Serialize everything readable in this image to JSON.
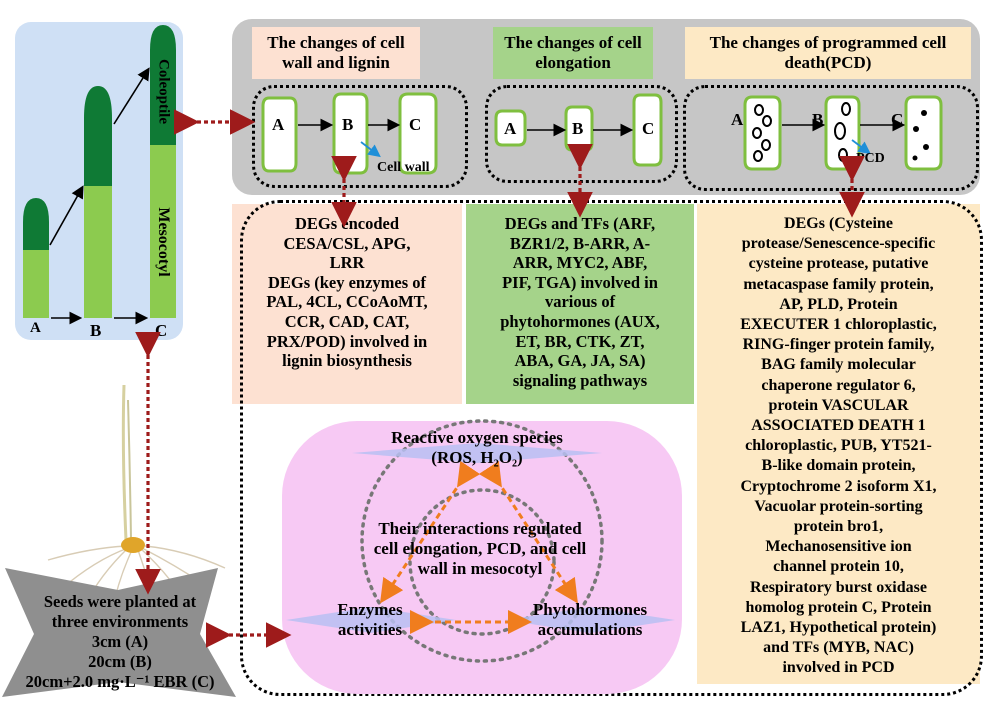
{
  "plant_panel": {
    "coleoptile_label": "Coleoptile",
    "mesocotyl_label": "Mesocotyl",
    "stage_labels": [
      "A",
      "B",
      "C"
    ]
  },
  "header_sections": [
    {
      "title": "The changes of cell wall and lignin",
      "cells": [
        "A",
        "B",
        "C"
      ],
      "annotation": "Cell wall"
    },
    {
      "title": "The changes of cell elongation",
      "cells": [
        "A",
        "B",
        "C"
      ]
    },
    {
      "title": "The changes of programmed cell death(PCD)",
      "cells": [
        "A",
        "B",
        "C"
      ],
      "annotation": "PCD"
    }
  ],
  "deg_boxes": {
    "cell_wall": [
      "DEGs encoded",
      "CESA/CSL, APG,",
      "LRR",
      "DEGs (key enzymes of",
      "PAL, 4CL, CCoAoMT,",
      "CCR, CAD, CAT,",
      "PRX/POD) involved in",
      "lignin biosynthesis"
    ],
    "elongation": [
      "DEGs and TFs (ARF,",
      "BZR1/2, B-ARR, A-",
      "ARR, MYC2, ABF,",
      "PIF, TGA) involved in",
      "various of",
      "phytohormones (AUX,",
      "ET, BR, CTK, ZT,",
      "ABA, GA, JA, SA)",
      "signaling pathways"
    ],
    "pcd": [
      "DEGs (Cysteine",
      "protease/Senescence-specific",
      "cysteine protease, putative",
      "metacaspase family protein,",
      "AP, PLD, Protein",
      "EXECUTER 1 chloroplastic,",
      "RING-finger protein family,",
      "BAG family molecular",
      "chaperone regulator 6,",
      "protein VASCULAR",
      "ASSOCIATED DEATH 1",
      "chloroplastic, PUB, YT521-",
      "B-like domain protein,",
      "Cryptochrome 2 isoform X1,",
      "Vacuolar protein-sorting",
      "protein bro1,",
      "Mechanosensitive ion",
      "channel protein 10,",
      "Respiratory burst oxidase",
      "homolog protein C, Protein",
      "LAZ1, Hypothetical protein)",
      "and TFs (MYB, NAC)",
      "involved in PCD"
    ]
  },
  "interaction_panel": {
    "ros_line1": "Reactive oxygen species",
    "ros_line2": "(ROS, H₂O₂)",
    "center_text": [
      "Their interactions regulated",
      "cell elongation, PCD, and cell",
      "wall in mesocotyl"
    ],
    "enzymes": [
      "Enzymes",
      "activities"
    ],
    "phytohormones": [
      "Phytohormones",
      "accumulations"
    ]
  },
  "seeds_box": {
    "lines": [
      "Seeds were planted at",
      "three environments",
      "3cm (A)",
      "20cm (B)",
      "20cm+2.0 mg·L⁻¹ EBR (C)"
    ]
  },
  "colors": {
    "plant_bg": "#cfe0f5",
    "header_bg": "#c6c6c6",
    "peach": "#fde1d2",
    "green_box": "#a5d38a",
    "cream": "#fde9c5",
    "pink": "#f7c9f4",
    "arrow_red": "#9e1b1b",
    "orange_arrow": "#f07d1e",
    "cell_green": "#7fbf3f",
    "dark_green": "#0f7a35",
    "light_green": "#8ccb4f"
  }
}
